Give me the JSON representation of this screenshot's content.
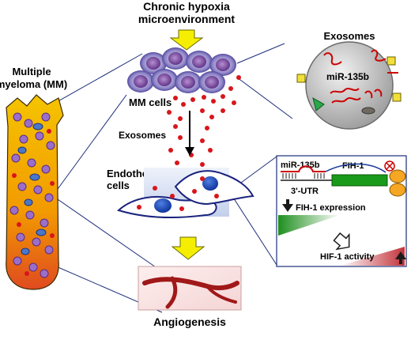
{
  "figure": {
    "top_label": {
      "line1": "Chronic hypoxia",
      "line2": "microenvironment"
    },
    "mm": {
      "line1": "Multiple",
      "line2": "myeloma (MM)"
    },
    "exosomes_title": "Exosomes",
    "exosome_mirna": "miR-135b",
    "mm_cells": "MM cells",
    "exosomes_arrow_label": "Exosomes",
    "endothelial": {
      "line1": "Endothelial",
      "line2": "cells"
    },
    "inset": {
      "mirna": "miR-135b",
      "gene": "FIH-1",
      "utr": "3'-UTR",
      "fih_expression": "FIH-1 expression",
      "hif_activity": "HIF-1 activity"
    },
    "angiogenesis": "Angiogenesis"
  },
  "colors": {
    "arrow_yellow": "#f5ee00",
    "exosome_dot": "#d8161b",
    "bone": "#f2a900",
    "mm_cell": "#5b2c83",
    "mirna_red": "#cc0000",
    "gene_green": "#1a9a1a",
    "ribosome_orange": "#f5a623",
    "decrease_green": "#2e9b2e",
    "increase_red": "#c2323a"
  },
  "icons": [
    "down-arrow-icon",
    "up-arrow-icon",
    "inhibit-icon"
  ]
}
